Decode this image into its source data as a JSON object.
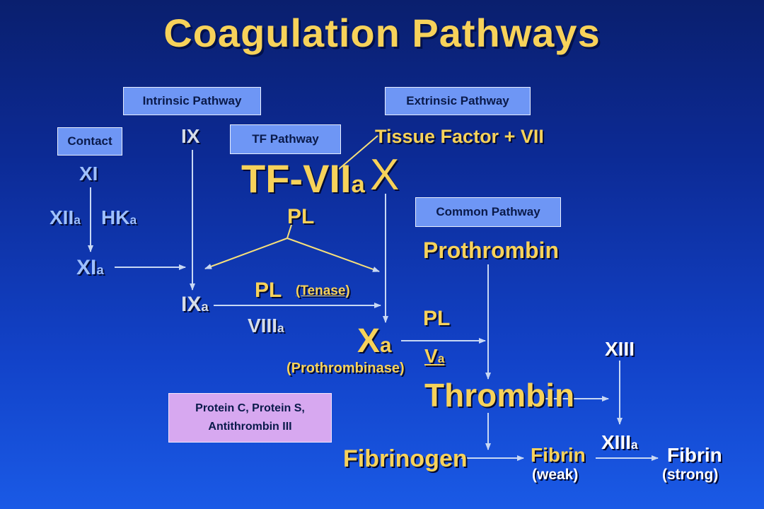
{
  "title": "Coagulation Pathways",
  "boxes": {
    "intrinsic": "Intrinsic Pathway",
    "extrinsic": "Extrinsic Pathway",
    "contact": "Contact",
    "tf": "TF Pathway",
    "common": "Common Pathway",
    "inhibitors_line1": "Protein C, Protein S,",
    "inhibitors_line2": "Antithrombin III"
  },
  "labels": {
    "xi": "XI",
    "xiia_main": "XII",
    "xiia_sub": "a",
    "hka_main": "HK",
    "hka_sub": "a",
    "xia_main": "XI",
    "xia_sub": "a",
    "ix": "IX",
    "ixa_main": "IX",
    "ixa_sub": "a",
    "tissue_factor": "Tissue Factor + VII",
    "tfviia_main": "TF-VII",
    "tfviia_sub": "a",
    "x": "X",
    "pl_top": "PL",
    "pl_tenase": "PL",
    "tenase": "(Tenase)",
    "viiia_main": "VIII",
    "viiia_sub": "a",
    "xa_main": "X",
    "xa_sub": "a",
    "prothrombinase": "(Prothrombinase)",
    "pl_prothrombinase": "PL",
    "va_main": "V",
    "va_sub": "a",
    "prothrombin": "Prothrombin",
    "thrombin": "Thrombin",
    "xiii": "XIII",
    "xiiia_main": "XIII",
    "xiiia_sub": "a",
    "fibrinogen": "Fibrinogen",
    "fibrin_weak": "Fibrin",
    "weak": "(weak)",
    "fibrin_strong": "Fibrin",
    "strong": "(strong)"
  },
  "colors": {
    "title": "#f7d25a",
    "arrow": "#c8d8f4",
    "box_blue": "#6e96f5",
    "box_purple": "#d7a8f0"
  }
}
